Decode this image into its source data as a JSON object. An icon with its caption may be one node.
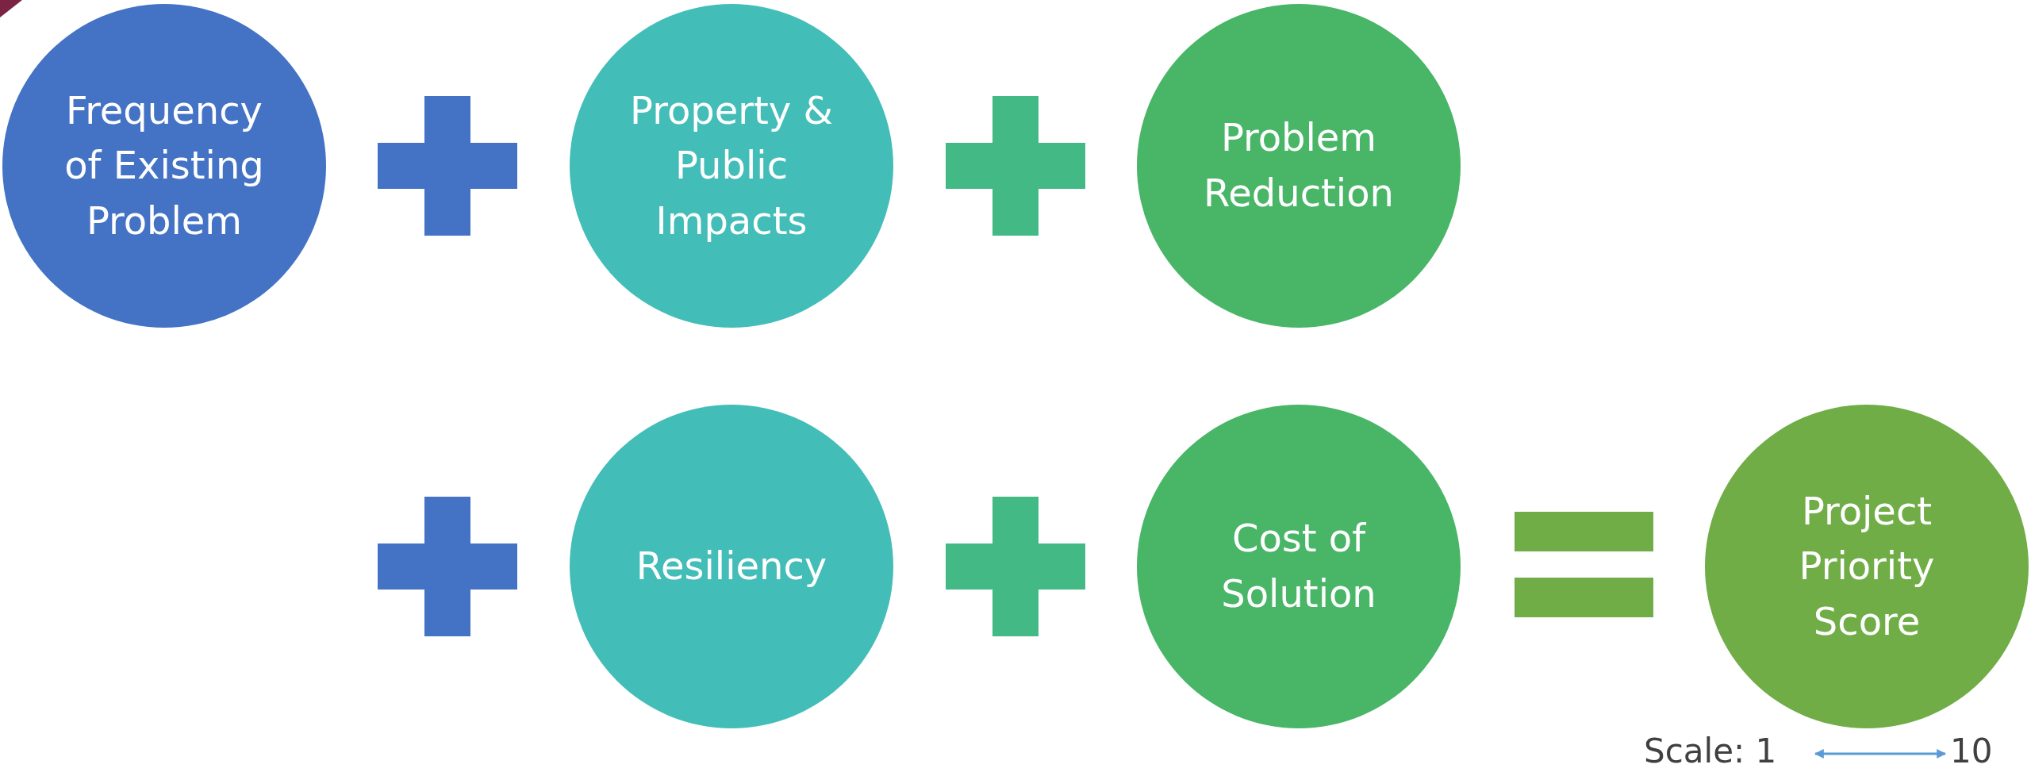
{
  "diagram": {
    "nodes": [
      {
        "text": [
          "Frequency of Existing Problem"
        ]
      },
      {
        "text": [
          "Property & Public Impacts"
        ]
      },
      {
        "text": [
          "Problem Reduction"
        ]
      },
      {
        "text": [
          "Resiliency"
        ]
      },
      {
        "text": [
          "Cost of Solution"
        ]
      },
      {
        "text": [
          "Project Priority Score"
        ]
      }
    ],
    "labels": [
      "Scale: 1",
      "10"
    ]
  }
}
